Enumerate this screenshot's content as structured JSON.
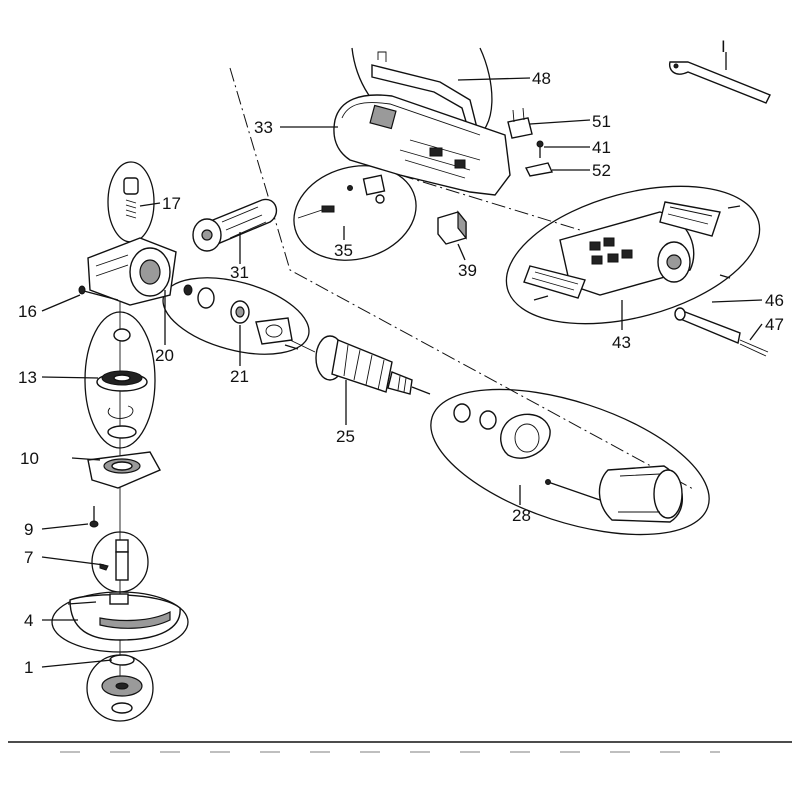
{
  "labels": {
    "p1": "1",
    "p4": "4",
    "p7": "7",
    "p9": "9",
    "p10": "10",
    "p13": "13",
    "p16": "16",
    "p17": "17",
    "p20": "20",
    "p21": "21",
    "p25": "25",
    "p28": "28",
    "p31": "31",
    "p33": "33",
    "p35": "35",
    "p39": "39",
    "p41": "41",
    "p43": "43",
    "p46": "46",
    "p47": "47",
    "p48": "48",
    "p51": "51",
    "p52": "52",
    "wrench": "I"
  }
}
